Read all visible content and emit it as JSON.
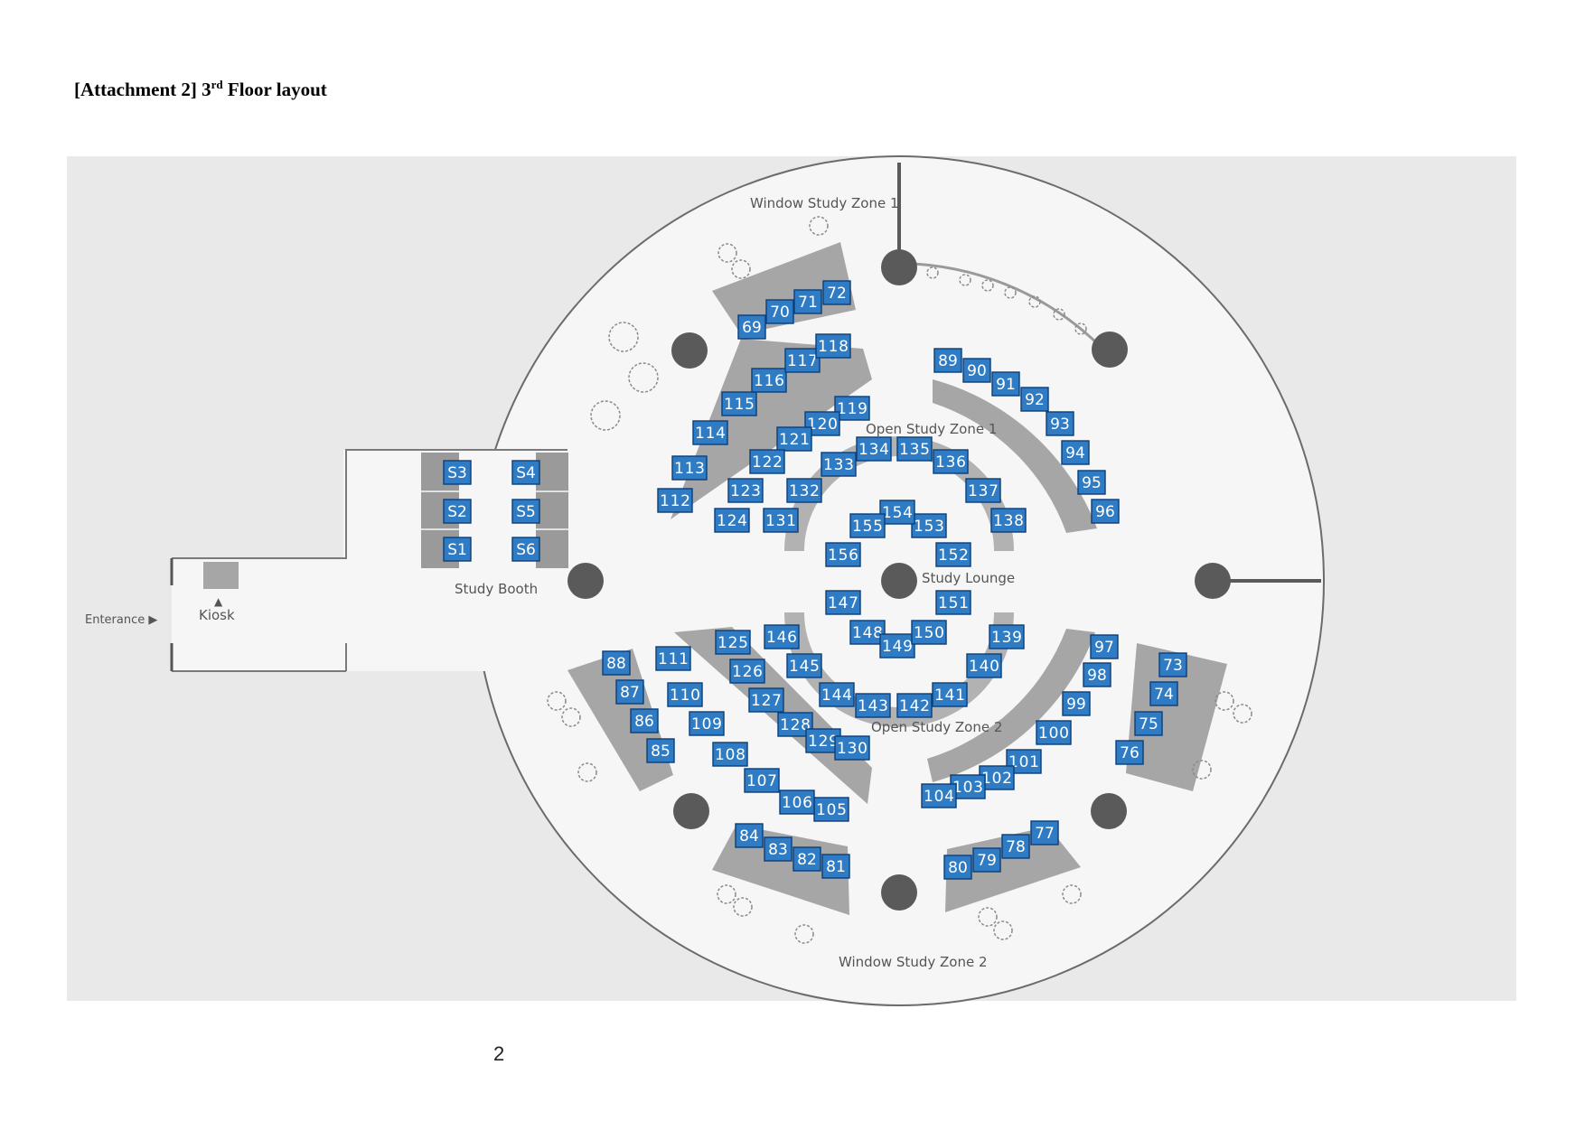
{
  "document": {
    "title_prefix": "[Attachment 2] 3",
    "title_superscript": "rd",
    "title_suffix": " Floor layout",
    "page_number": "2"
  },
  "map": {
    "colors": {
      "seat_fill": "#2f7cc4",
      "seat_border": "#0b3e78",
      "floor": "#f6f6f6",
      "background": "#e9e9ea",
      "desk": "#a6a6a6",
      "pillar": "#5a5a5a"
    },
    "labels": {
      "window_zone_1": "Window Study Zone 1",
      "window_zone_2": "Window Study Zone 2",
      "open_zone_1": "Open Study Zone 1",
      "open_zone_2": "Open Study Zone 2",
      "study_lounge": "Study Lounge",
      "study_booth": "Study Booth",
      "entrance": "Enterance ▶",
      "kiosk": "Kiosk",
      "kiosk_marker": "▲"
    },
    "seats": [
      "S1",
      "S2",
      "S3",
      "S4",
      "S5",
      "S6",
      "69",
      "70",
      "71",
      "72",
      "73",
      "74",
      "75",
      "76",
      "77",
      "78",
      "79",
      "80",
      "81",
      "82",
      "83",
      "84",
      "85",
      "86",
      "87",
      "88",
      "89",
      "90",
      "91",
      "92",
      "93",
      "94",
      "95",
      "96",
      "97",
      "98",
      "99",
      "100",
      "101",
      "102",
      "103",
      "104",
      "105",
      "106",
      "107",
      "108",
      "109",
      "110",
      "111",
      "112",
      "113",
      "114",
      "115",
      "116",
      "117",
      "118",
      "119",
      "120",
      "121",
      "122",
      "123",
      "124",
      "125",
      "126",
      "127",
      "128",
      "129",
      "130",
      "131",
      "132",
      "133",
      "134",
      "135",
      "136",
      "137",
      "138",
      "139",
      "140",
      "141",
      "142",
      "143",
      "144",
      "145",
      "146",
      "147",
      "148",
      "149",
      "150",
      "151",
      "152",
      "153",
      "154",
      "155",
      "156"
    ]
  }
}
